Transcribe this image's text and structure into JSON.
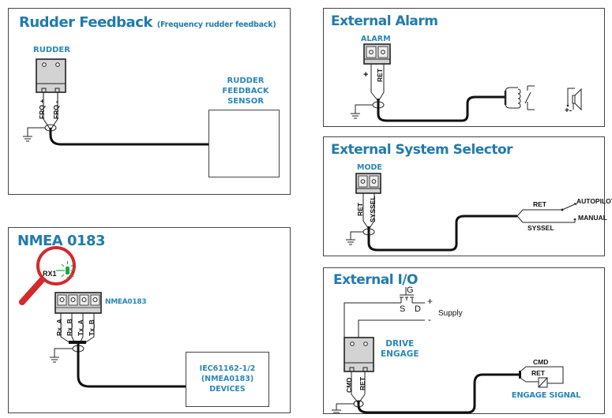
{
  "panels": {
    "rudder": {
      "title": "Rudder Feedback",
      "subtitle": "(Frequency rudder feedback)",
      "connector_label": "RUDDER",
      "pins": [
        "FRQ +",
        "FRQ -"
      ],
      "sensor_label_lines": [
        "RUDDER",
        "FEEDBACK",
        "SENSOR"
      ]
    },
    "nmea": {
      "title": "NMEA 0183",
      "connector_label": "NMEA0183",
      "indicator_label": "RX1",
      "indicator_color": "#1fa34a",
      "magnifier_color": "#d42a2a",
      "pins": [
        "Rx_A",
        "Rx_B",
        "Tx_A",
        "Tx_B"
      ],
      "device_label_lines": [
        "IEC61162-1/2",
        "(NMEA0183)",
        "DEVICES"
      ]
    },
    "alarm": {
      "title": "External Alarm",
      "connector_label": "ALARM",
      "pins": [
        "+",
        "RET"
      ],
      "polarity_label": "+-"
    },
    "selector": {
      "title": "External System Selector",
      "connector_label": "MODE",
      "pins": [
        "RET",
        "SYSSEL"
      ],
      "switch_labels": {
        "ret": "RET",
        "syssel": "SYSSEL",
        "autopilot": "AUTOPILOT",
        "manual": "MANUAL"
      }
    },
    "io": {
      "title": "External I/O",
      "connector_label_lines": [
        "DRIVE",
        "ENGAGE"
      ],
      "pins": [
        "CMD",
        "RET"
      ],
      "fet_labels": {
        "gate": "G",
        "source": "S",
        "drain": "D",
        "plus": "+",
        "minus": "-",
        "supply": "Supply"
      },
      "signal_labels": {
        "cmd": "CMD",
        "ret": "RET"
      },
      "device_label": "ENGAGE SIGNAL"
    }
  },
  "colors": {
    "title": "#1f7bad",
    "label": "#2a86b8",
    "connector_fill": "#d3d3d3",
    "wire": "#111111"
  }
}
